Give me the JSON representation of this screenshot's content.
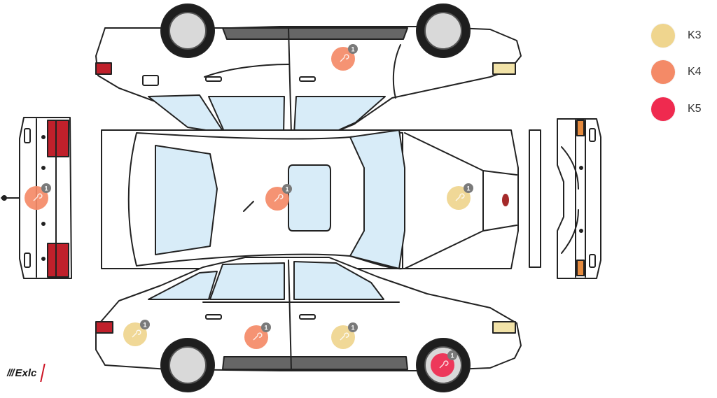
{
  "legend": [
    {
      "label": "K3",
      "color": "#efd58e"
    },
    {
      "label": "K4",
      "color": "#f48a67"
    },
    {
      "label": "K5",
      "color": "#ef2a4f"
    }
  ],
  "markers": [
    {
      "id": "roof-side",
      "view": "left-side",
      "severity": "K4",
      "count": "1"
    },
    {
      "id": "rear-bumper",
      "view": "rear",
      "severity": "K4",
      "count": "1"
    },
    {
      "id": "roof",
      "view": "top",
      "severity": "K4",
      "count": "1"
    },
    {
      "id": "hood",
      "view": "top",
      "severity": "K3",
      "count": "1"
    },
    {
      "id": "rear-quarter",
      "view": "right-side",
      "severity": "K3",
      "count": "1"
    },
    {
      "id": "rear-door",
      "view": "right-side",
      "severity": "K4",
      "count": "1"
    },
    {
      "id": "front-door",
      "view": "right-side",
      "severity": "K3",
      "count": "1"
    },
    {
      "id": "front-wheel",
      "view": "right-side",
      "severity": "K5",
      "count": "1"
    }
  ],
  "logo": {
    "text": "Exlc"
  },
  "colors": {
    "glass": "#d8ecf8",
    "outline": "#222222",
    "body": "#ffffff",
    "tail_light": "#c0202b",
    "head_light": "#f2e3a8",
    "trim": "#555555"
  }
}
